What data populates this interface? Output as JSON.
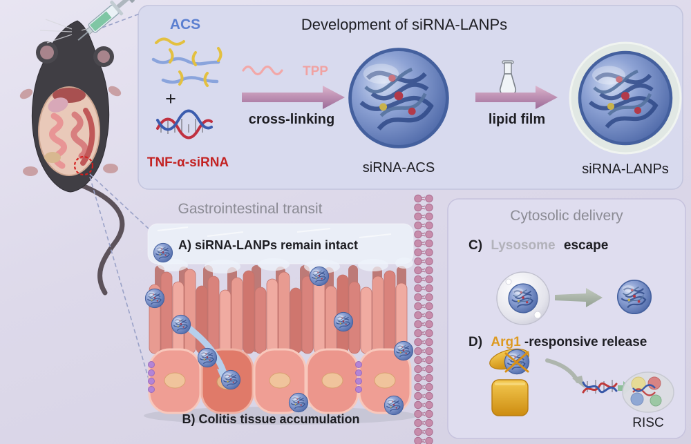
{
  "figure": {
    "development": {
      "title": "Development of siRNA-LANPs",
      "acs": "ACS",
      "plus": "+",
      "tnf_sirna": "TNF-α-siRNA",
      "tpp": "TPP",
      "crosslinking": "cross-linking",
      "sirna_acs": "siRNA-ACS",
      "lipid_film": "lipid film",
      "sirna_lanps": "siRNA-LANPs"
    },
    "git": {
      "title": "Gastrointestinal transit",
      "label_a": "A) siRNA-LANPs remain intact",
      "label_b": "B) Colitis tissue accumulation"
    },
    "cytosolic": {
      "title": "Cytosolic delivery",
      "c_prefix": "C)",
      "c_gray": "Lysosome",
      "c_rest": "escape",
      "d_prefix": "D)",
      "d_accent": "Arg1",
      "d_rest": "-responsive release",
      "risc": "RISC"
    },
    "colors": {
      "acs_blue": "#5b7fd0",
      "sirna_red": "#c32222",
      "tpp_pink": "#f0a2a2",
      "arg1_gold": "#dd9a22",
      "lysosome_gray": "#b2b2ba",
      "title_gray": "#8b8b94",
      "text_dark": "#1d1d22"
    }
  }
}
